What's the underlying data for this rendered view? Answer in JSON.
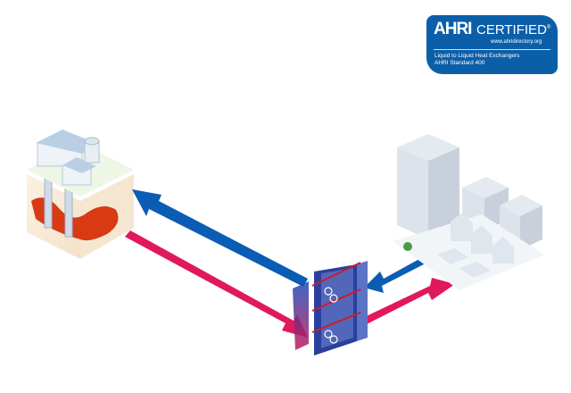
{
  "badge": {
    "brand": "AHRI",
    "certified": "CERTIFIED",
    "registered": "®",
    "url": "www.ahridirectory.org",
    "line1": "Liquid to Liquid Heat Exchangers",
    "line2": "AHRI Standard 400"
  },
  "diagram": {
    "source": "geothermal-plant",
    "exchanger": "plate-heat-exchanger",
    "consumer": "district-buildings",
    "colors": {
      "hot": "#e0195a",
      "cold": "#0a5cb4",
      "exchanger": "#2a3f9e",
      "magma": "#e04a1a",
      "badge": "#0b5fa8"
    }
  }
}
